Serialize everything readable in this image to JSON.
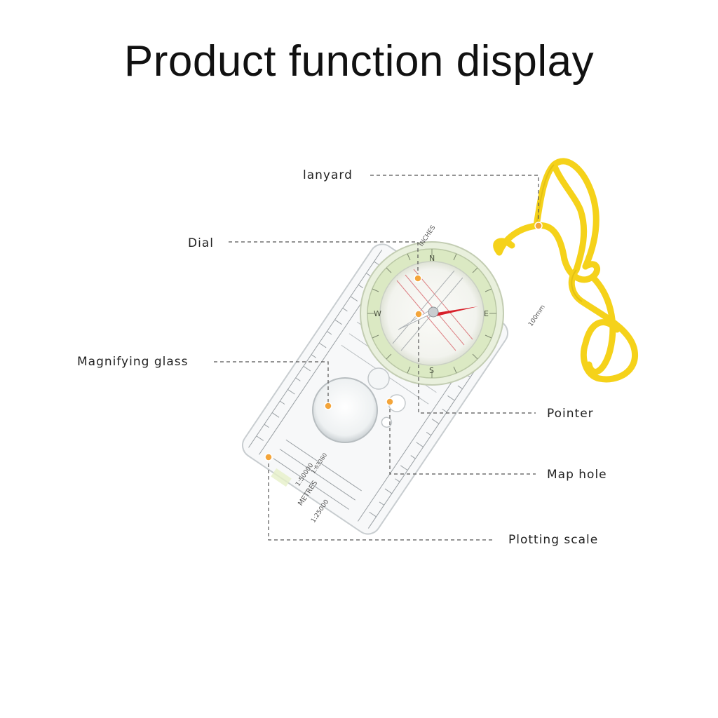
{
  "title": "Product function display",
  "labels": {
    "lanyard": "lanyard",
    "dial": "Dial",
    "magnifying_glass": "Magnifying glass",
    "pointer": "Pointer",
    "map_hole": "Map hole",
    "plotting_scale": "Plotting scale"
  },
  "compass": {
    "inches_label": "INCHES",
    "metres_label": "METRES",
    "scale_1": "1:25000",
    "scale_2": "1:50000",
    "scale_3": "1:63360",
    "mm_label": "100mm"
  },
  "colors": {
    "lanyard": "#f5d21a",
    "marker": "#f4a53a",
    "needle": "#d8202a",
    "bezel": "#cfe6a8"
  }
}
